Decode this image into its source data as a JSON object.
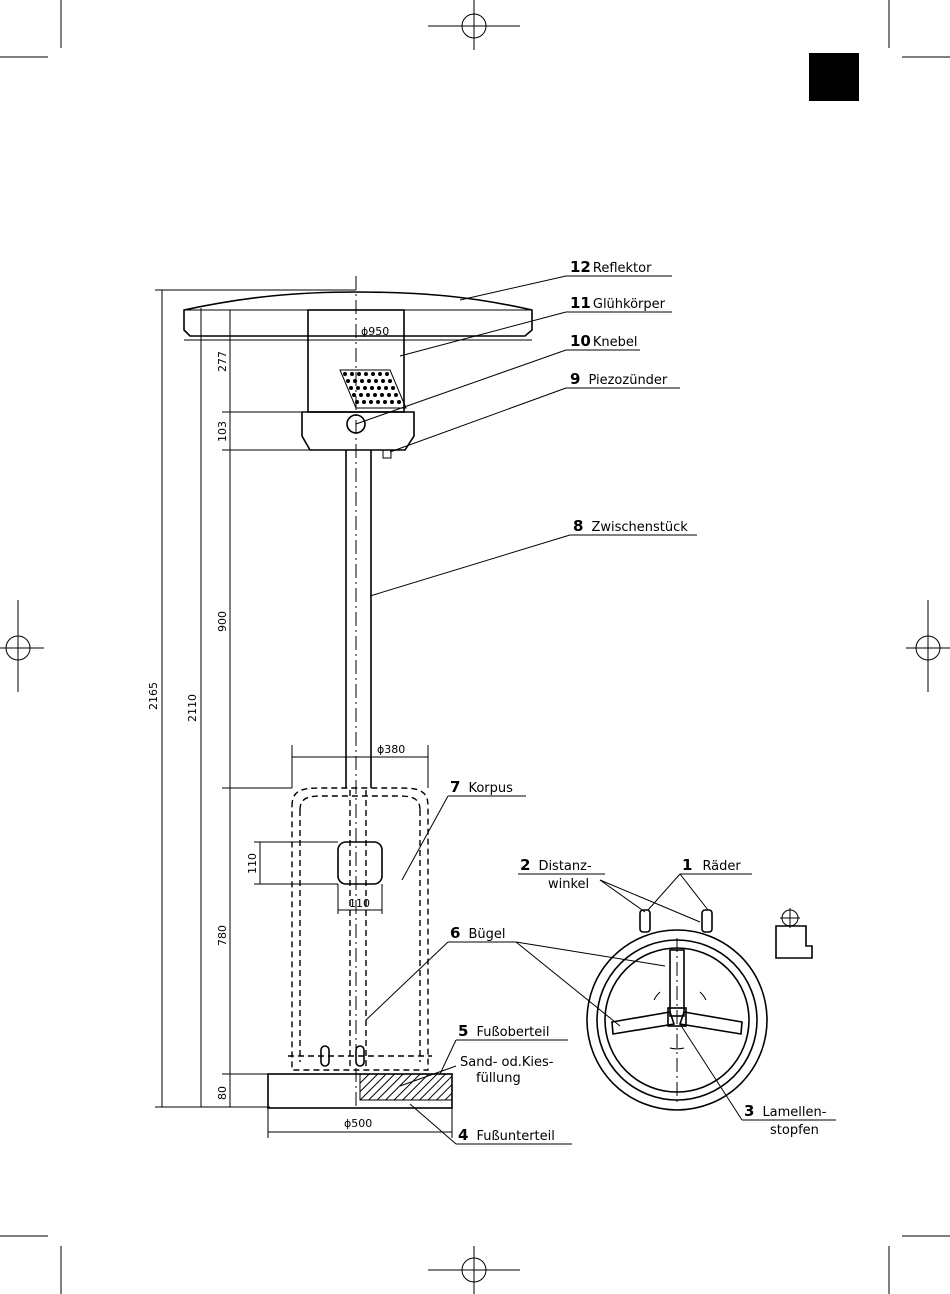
{
  "parts": [
    {
      "num": "12",
      "name": "Reflektor"
    },
    {
      "num": "11",
      "name": "Glühkörper"
    },
    {
      "num": "10",
      "name": "Knebel"
    },
    {
      "num": "9",
      "name": "Piezozünder"
    },
    {
      "num": "8",
      "name": "Zwischenstück"
    },
    {
      "num": "7",
      "name": "Korpus"
    },
    {
      "num": "6",
      "name": "Bügel"
    },
    {
      "num": "5",
      "name": "Fußoberteil"
    },
    {
      "num": "4",
      "name": "Fußunterteil"
    },
    {
      "num": "3",
      "name_line1": "Lamellen-",
      "name_line2": "stopfen"
    },
    {
      "num": "2",
      "name_line1": "Distanz-",
      "name_line2": "winkel"
    },
    {
      "num": "1",
      "name": "Räder"
    }
  ],
  "fill_label": {
    "line1": "Sand- od.Kies-",
    "line2": "füllung"
  },
  "dimensions": {
    "total_height": "2165",
    "height_2110": "2110",
    "head_277": "277",
    "head_103": "103",
    "pole_900": "900",
    "body_780": "780",
    "foot_80": "80",
    "opening_110_v": "110",
    "opening_110_h": "110",
    "dia_reflector": "ϕ950",
    "dia_body": "ϕ380",
    "dia_foot": "ϕ500"
  }
}
